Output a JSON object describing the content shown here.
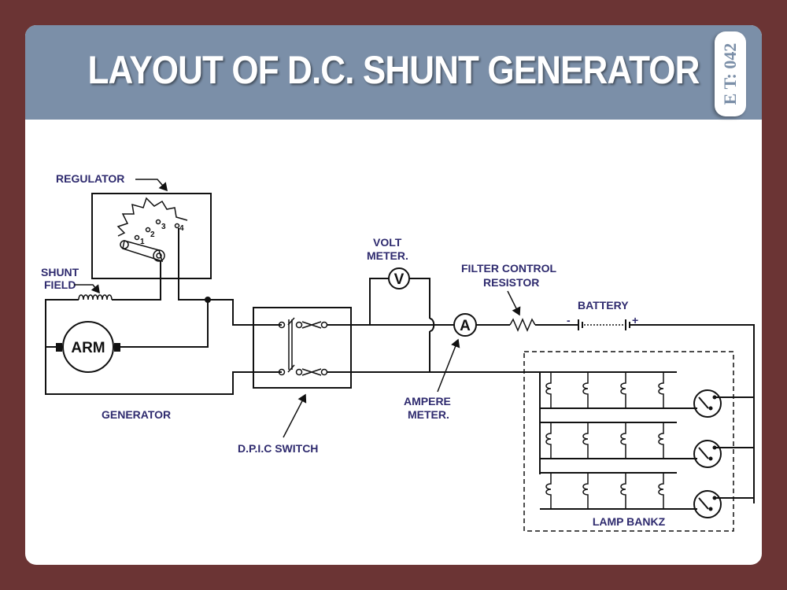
{
  "header": {
    "title": "LAYOUT OF D.C. SHUNT GENERATOR",
    "code": "E T: 042"
  },
  "labels": {
    "regulator": "REGULATOR",
    "shunt_field_1": "SHUNT",
    "shunt_field_2": "FIELD",
    "armature": "ARM",
    "generator": "GENERATOR",
    "volt_meter_1": "VOLT",
    "volt_meter_2": "METER.",
    "volt_symbol": "V",
    "ampere_symbol": "A",
    "filter_1": "FILTER CONTROL",
    "filter_2": "RESISTOR",
    "battery": "BATTERY",
    "battery_minus": "-",
    "battery_plus": "+",
    "ampere_meter_1": "AMPERE",
    "ampere_meter_2": "METER.",
    "dpic_switch": "D.P.I.C SWITCH",
    "lamp_bank": "LAMP BANKZ"
  },
  "regulator_taps": [
    "1",
    "2",
    "3",
    "4"
  ],
  "colors": {
    "frame": "#6b3434",
    "banner": "#7b8fa8",
    "label_text": "#2e2a6e"
  }
}
